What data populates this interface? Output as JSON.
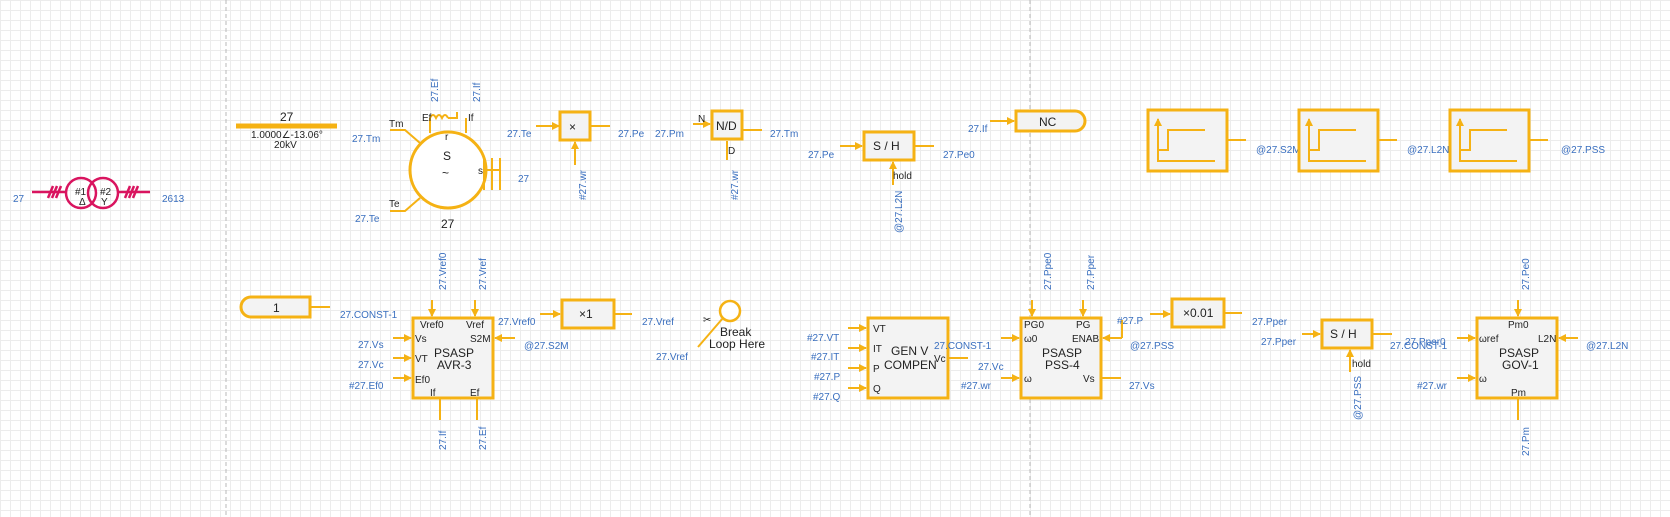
{
  "transformer": {
    "left_label": "27",
    "right_label": "2613",
    "w1_label": "#1",
    "w2_label": "#2",
    "w1_symbol": "Δ",
    "w2_symbol": "Y"
  },
  "bus": {
    "name": "27",
    "voltage": "1.0000∠-13.06°",
    "kv": "20kV"
  },
  "generator": {
    "label": "S",
    "number": "27",
    "tilde": "~",
    "in_tm_label": "Tm",
    "in_te_label": "Te",
    "ef_pin": "Ef",
    "if_pin": "If",
    "r_pin": "r",
    "s_pin": "s",
    "sig_tm": "27.Tm",
    "sig_te": "27.Te",
    "sig_ef": "27.Ef",
    "sig_if": "27.If",
    "sig_out": "27"
  },
  "mult": {
    "label": "×",
    "sig_in": "27.Te",
    "sig_out": "27.Pe",
    "sig_w": "#27.wr"
  },
  "nd": {
    "label": "N/D",
    "n_pin": "N",
    "d_pin": "D",
    "sig_in": "27.Pm",
    "sig_out": "27.Tm",
    "sig_w": "#27.wr"
  },
  "sh1": {
    "label": "S / H",
    "hold": "hold",
    "sig_in": "27.Pe",
    "sig_out": "27.Pe0",
    "sig_hold": "@27.L2N"
  },
  "nc": {
    "label": "NC",
    "sig_in": "27.If"
  },
  "steps": [
    {
      "sig_out": "@27.S2M"
    },
    {
      "sig_out": "@27.L2N"
    },
    {
      "sig_out": "@27.PSS"
    }
  ],
  "const1": {
    "label": "1",
    "sig_out": "27.CONST-1"
  },
  "avr": {
    "title1": "PSASP",
    "title2": "AVR-3",
    "pins": {
      "vref0": "Vref0",
      "vref": "Vref",
      "vs": "Vs",
      "s2m": "S2M",
      "vt": "VT",
      "ef0": "Ef0",
      "if": "If",
      "ef": "Ef"
    },
    "sig_vref0": "27.Vref0",
    "sig_vref": "27.Vref",
    "sig_vs": "27.Vs",
    "sig_vc": "27.Vc",
    "sig_ef0": "#27.Ef0",
    "sig_if": "27.If",
    "sig_ef": "27.Ef",
    "sig_s2m": "@27.S2M",
    "sig_const": "27.CONST-1"
  },
  "gain1": {
    "label": "×1",
    "sig_in": "27.Vref0",
    "sig_out": "27.Vref"
  },
  "break_loop": {
    "line1": "Break",
    "line2": "Loop Here",
    "sig": "27.Vref",
    "scissors": "✂"
  },
  "genv": {
    "title1": "GEN V",
    "title2": "COMPEN",
    "pins": {
      "vt": "VT",
      "it": "IT",
      "p": "P",
      "q": "Q",
      "vc": "Vc"
    },
    "sig_vt": "#27.VT",
    "sig_it": "#27.IT",
    "sig_p": "#27.P",
    "sig_q": "#27.Q",
    "sig_vc": "27.Vc"
  },
  "pss": {
    "title1": "PSASP",
    "title2": "PSS-4",
    "pins": {
      "pg0": "PG0",
      "pg": "PG",
      "w0": "ω0",
      "enab": "ENAB",
      "w": "ω",
      "vs": "Vs"
    },
    "sig_pg0": "27.Ppe0",
    "sig_pg": "27.Pper",
    "sig_w0": "27.CONST-1",
    "sig_enab": "@27.PSS",
    "sig_w": "#27.wr",
    "sig_vs": "27.Vs",
    "sig_p": "#27.P"
  },
  "gain2": {
    "label": "×0.01",
    "sig_out": "27.Pper"
  },
  "sh2": {
    "label": "S / H",
    "hold": "hold",
    "sig_in": "27.Pper",
    "sig_out": "27.Pper0",
    "sig_hold": "@27.PSS"
  },
  "gov": {
    "title1": "PSASP",
    "title2": "GOV-1",
    "pins": {
      "pm0": "Pm0",
      "wref": "ωref",
      "l2n": "L2N",
      "w": "ω",
      "pm": "Pm"
    },
    "sig_pm0": "27.Pe0",
    "sig_wref": "27.CONST-1",
    "sig_l2n": "@27.L2N",
    "sig_w": "#27.wr",
    "sig_pm": "27.Pm"
  }
}
